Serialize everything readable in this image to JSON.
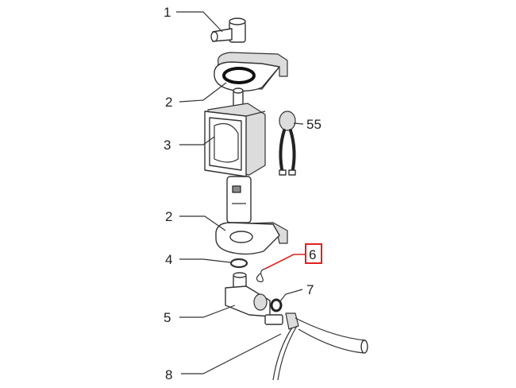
{
  "callouts": {
    "c1": "1",
    "c2_top": "2",
    "c3": "3",
    "c55": "55",
    "c2_bottom": "2",
    "c4": "4",
    "c6": "6",
    "c5": "5",
    "c7": "7",
    "c8": "8"
  },
  "colors": {
    "highlight": "#e02020",
    "line": "#333333",
    "shade": "#dcdcdc"
  }
}
